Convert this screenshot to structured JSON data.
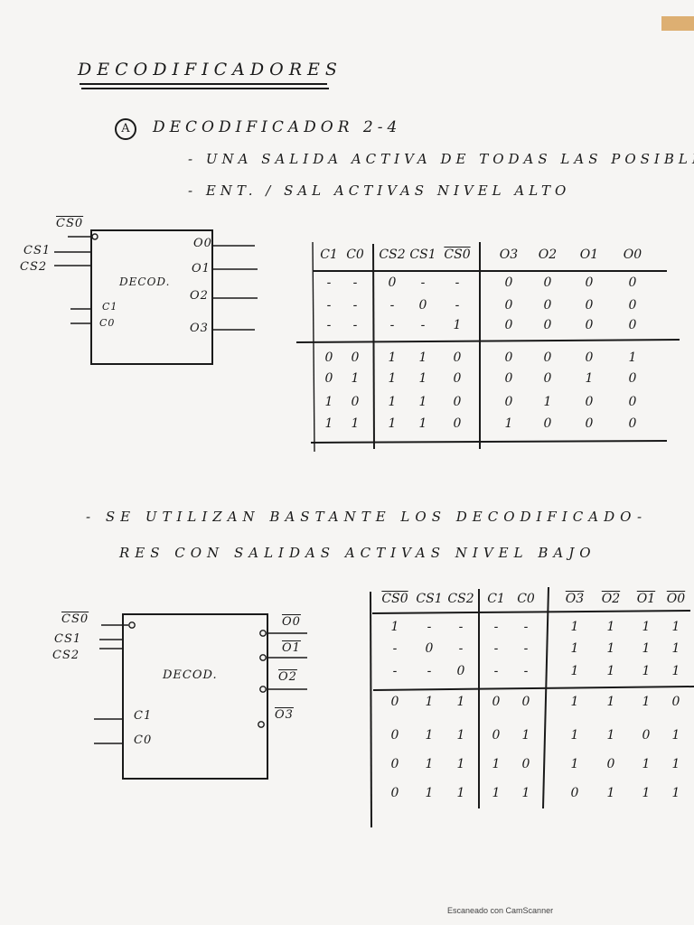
{
  "title": "DECODIFICADORES",
  "section_a": {
    "marker": "A",
    "heading": "DECODIFICADOR 2-4",
    "bullets": [
      "- UNA SALIDA ACTIVA DE TODAS LAS POSIBLES",
      "- ENT. / SAL ACTIVAS NIVEL ALTO"
    ],
    "diagram": {
      "block_label": "DECOD.",
      "inputs_top": [
        "CS0",
        "CS1",
        "CS2"
      ],
      "inputs_bottom": [
        "C1",
        "C0"
      ],
      "outputs": [
        "O0",
        "O1",
        "O2",
        "O3"
      ]
    },
    "table": {
      "headers": [
        "C1",
        "C0",
        "CS2",
        "CS1",
        "CS0",
        "O3",
        "O2",
        "O1",
        "O0"
      ],
      "overline_headers": [
        false,
        false,
        false,
        false,
        true,
        false,
        false,
        false,
        false
      ],
      "rows": [
        [
          "-",
          "-",
          "0",
          "-",
          "-",
          "0",
          "0",
          "0",
          "0"
        ],
        [
          "-",
          "-",
          "-",
          "0",
          "-",
          "0",
          "0",
          "0",
          "0"
        ],
        [
          "-",
          "-",
          "-",
          "-",
          "1",
          "0",
          "0",
          "0",
          "0"
        ],
        [
          "0",
          "0",
          "1",
          "1",
          "0",
          "0",
          "0",
          "0",
          "1"
        ],
        [
          "0",
          "1",
          "1",
          "1",
          "0",
          "0",
          "0",
          "1",
          "0"
        ],
        [
          "1",
          "0",
          "1",
          "1",
          "0",
          "0",
          "1",
          "0",
          "0"
        ],
        [
          "1",
          "1",
          "1",
          "1",
          "0",
          "1",
          "0",
          "0",
          "0"
        ]
      ]
    }
  },
  "section_b": {
    "bullets": [
      "- SE UTILIZAN BASTANTE LOS DECODIFICADO-",
      "RES CON SALIDAS ACTIVAS NIVEL BAJO"
    ],
    "diagram": {
      "block_label": "DECOD.",
      "inputs_top": [
        "CS0",
        "CS1",
        "CS2"
      ],
      "inputs_bottom": [
        "C1",
        "C0"
      ],
      "outputs": [
        "O0",
        "O1",
        "O2",
        "O3"
      ]
    },
    "table": {
      "headers": [
        "CS0",
        "CS1",
        "CS2",
        "C1",
        "C0",
        "O3",
        "O2",
        "O1",
        "O0"
      ],
      "overline_headers": [
        true,
        false,
        false,
        false,
        false,
        true,
        true,
        true,
        true
      ],
      "rows": [
        [
          "1",
          "-",
          "-",
          "-",
          "-",
          "1",
          "1",
          "1",
          "1"
        ],
        [
          "-",
          "0",
          "-",
          "-",
          "-",
          "1",
          "1",
          "1",
          "1"
        ],
        [
          "-",
          "-",
          "0",
          "-",
          "-",
          "1",
          "1",
          "1",
          "1"
        ],
        [
          "0",
          "1",
          "1",
          "0",
          "0",
          "1",
          "1",
          "1",
          "0"
        ],
        [
          "0",
          "1",
          "1",
          "0",
          "1",
          "1",
          "1",
          "0",
          "1"
        ],
        [
          "0",
          "1",
          "1",
          "1",
          "0",
          "1",
          "0",
          "1",
          "1"
        ],
        [
          "0",
          "1",
          "1",
          "1",
          "1",
          "0",
          "1",
          "1",
          "1"
        ]
      ]
    }
  },
  "footer": "Escaneado con CamScanner"
}
